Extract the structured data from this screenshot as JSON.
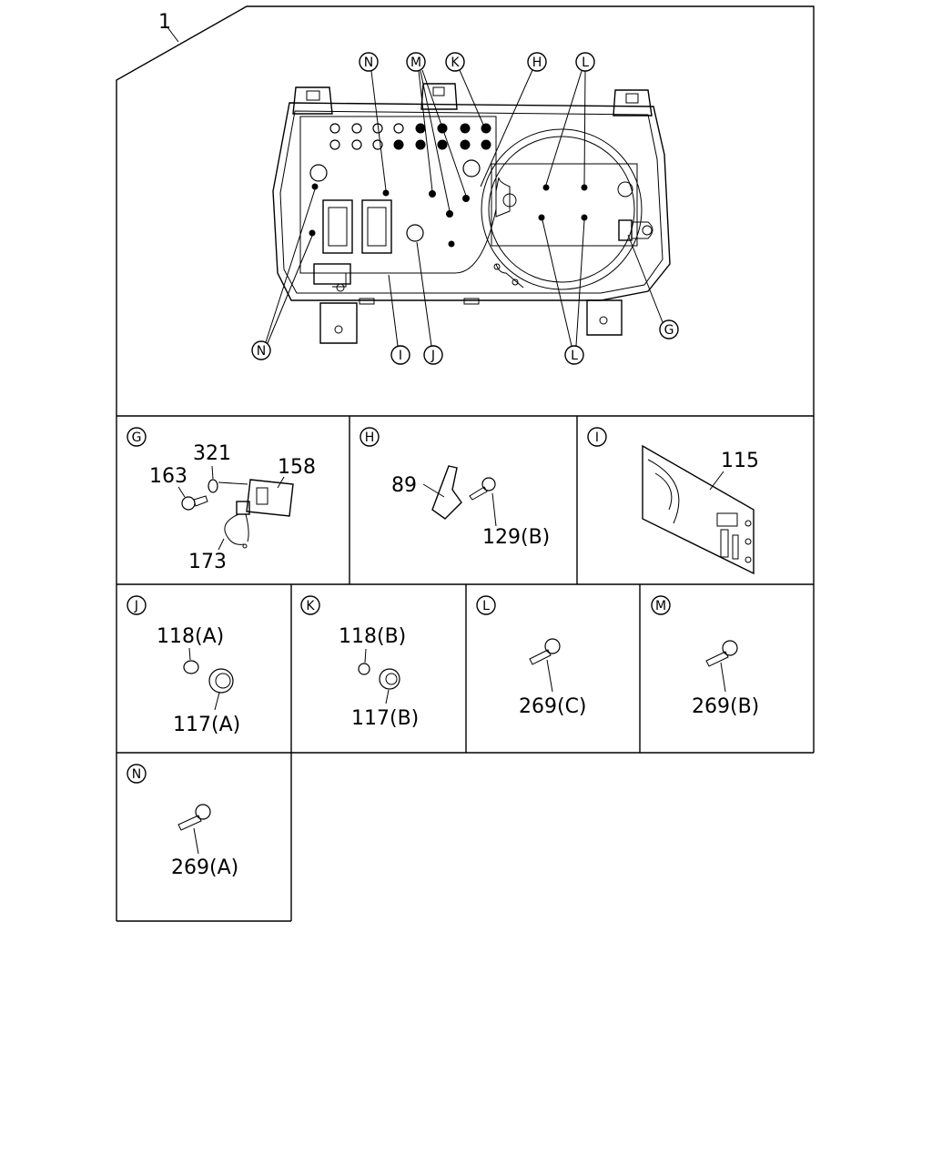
{
  "main": {
    "assembly_number": "1",
    "callouts": {
      "n_top": "N",
      "m": "M",
      "k": "K",
      "h": "H",
      "l_top": "L",
      "n_left": "N",
      "i": "I",
      "j": "J",
      "l_bottom": "L",
      "g": "G"
    }
  },
  "panels": {
    "g": {
      "letter": "G",
      "parts": {
        "p163": "163",
        "p321": "321",
        "p158": "158",
        "p173": "173"
      }
    },
    "h": {
      "letter": "H",
      "parts": {
        "p89": "89",
        "p129b": "129(B)"
      }
    },
    "i": {
      "letter": "I",
      "parts": {
        "p115": "115"
      }
    },
    "j": {
      "letter": "J",
      "parts": {
        "p118a": "118(A)",
        "p117a": "117(A)"
      }
    },
    "k": {
      "letter": "K",
      "parts": {
        "p118b": "118(B)",
        "p117b": "117(B)"
      }
    },
    "l": {
      "letter": "L",
      "parts": {
        "p269c": "269(C)"
      }
    },
    "m": {
      "letter": "M",
      "parts": {
        "p269b": "269(B)"
      }
    },
    "n": {
      "letter": "N",
      "parts": {
        "p269a": "269(A)"
      }
    }
  }
}
